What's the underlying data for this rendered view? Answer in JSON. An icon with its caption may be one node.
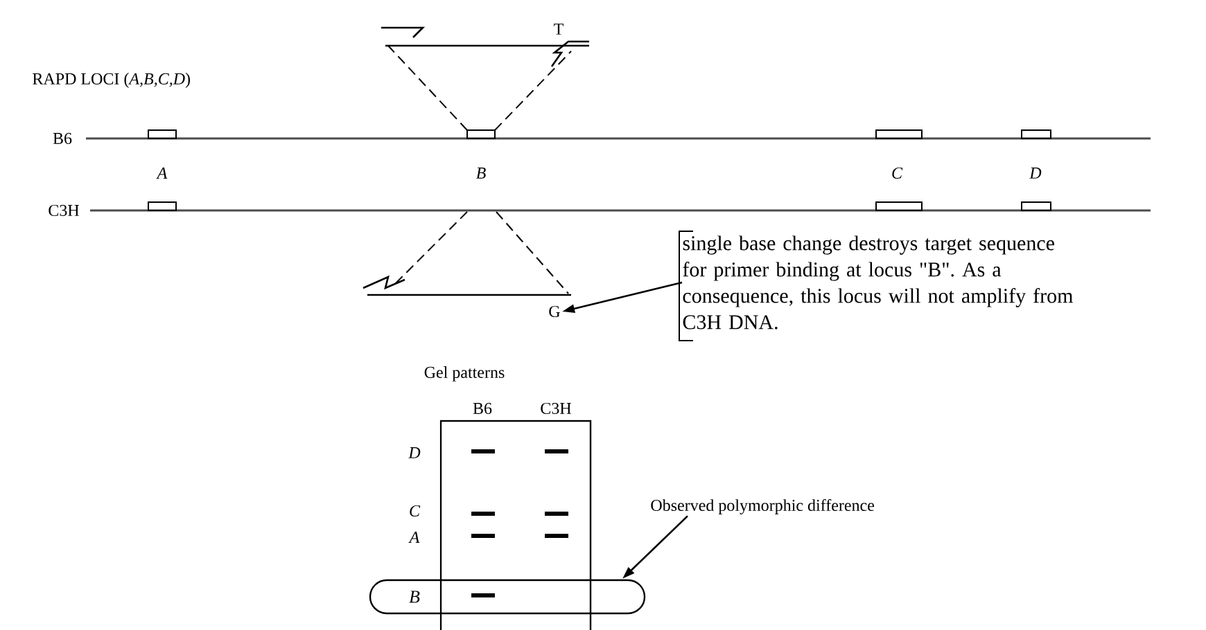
{
  "diagram": {
    "nodes": [
      {
        "text": [
          "single base change destroys target sequence for primer binding at locus \"B\".  As a consequence, this locus will not amplify from C3H DNA."
        ]
      },
      {
        "text": [
          "G"
        ]
      },
      {
        "text": [
          "Observed polymorphic difference"
        ]
      },
      {
        "text": [
          "B"
        ]
      }
    ],
    "edges": [
      {
        "from": 0,
        "to": 1,
        "arrow": "to"
      },
      {
        "from": 2,
        "to": 3,
        "arrow": "to"
      }
    ],
    "labels": [
      "T",
      "RAPD LOCI (*A,B,C,D*)",
      "B6",
      "A",
      "B",
      "C",
      "D",
      "C3H",
      "Gel patterns",
      "B6",
      "C3H",
      "D",
      "C",
      "A"
    ]
  }
}
